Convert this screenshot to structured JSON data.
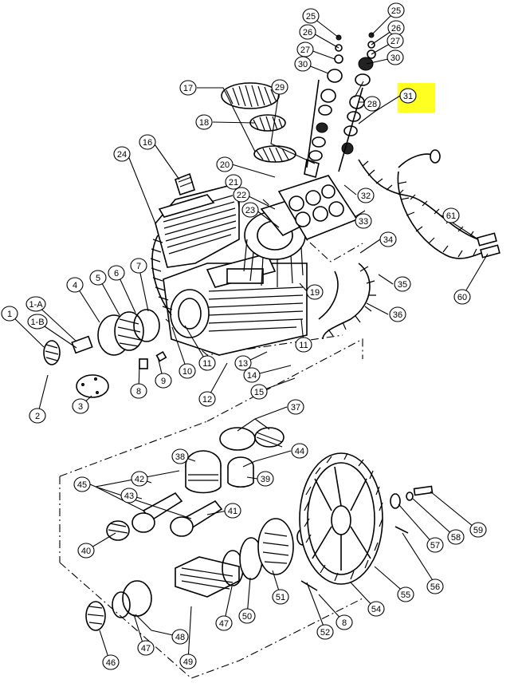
{
  "highlight_color": "#ffff22",
  "callouts": [
    {
      "id": "c25a",
      "label": "25"
    },
    {
      "id": "c26a",
      "label": "26"
    },
    {
      "id": "c27a",
      "label": "27"
    },
    {
      "id": "c30a",
      "label": "30"
    },
    {
      "id": "c25b",
      "label": "25"
    },
    {
      "id": "c26b",
      "label": "26"
    },
    {
      "id": "c27b",
      "label": "27"
    },
    {
      "id": "c30b",
      "label": "30"
    },
    {
      "id": "c31",
      "label": "31"
    },
    {
      "id": "c28",
      "label": "28"
    },
    {
      "id": "c29",
      "label": "29"
    },
    {
      "id": "c17",
      "label": "17"
    },
    {
      "id": "c18",
      "label": "18"
    },
    {
      "id": "c16",
      "label": "16"
    },
    {
      "id": "c24",
      "label": "24"
    },
    {
      "id": "c20",
      "label": "20"
    },
    {
      "id": "c21",
      "label": "21"
    },
    {
      "id": "c22",
      "label": "22"
    },
    {
      "id": "c23",
      "label": "23"
    },
    {
      "id": "c32",
      "label": "32"
    },
    {
      "id": "c33",
      "label": "33"
    },
    {
      "id": "c34",
      "label": "34"
    },
    {
      "id": "c35",
      "label": "35"
    },
    {
      "id": "c36",
      "label": "36"
    },
    {
      "id": "c61",
      "label": "61"
    },
    {
      "id": "c60",
      "label": "60"
    },
    {
      "id": "c19",
      "label": "19"
    },
    {
      "id": "c11a",
      "label": "11"
    },
    {
      "id": "c11b",
      "label": "11"
    },
    {
      "id": "c10",
      "label": "10"
    },
    {
      "id": "c13",
      "label": "13"
    },
    {
      "id": "c14",
      "label": "14"
    },
    {
      "id": "c15",
      "label": "15"
    },
    {
      "id": "c12",
      "label": "12"
    },
    {
      "id": "c7",
      "label": "7"
    },
    {
      "id": "c6",
      "label": "6"
    },
    {
      "id": "c5",
      "label": "5"
    },
    {
      "id": "c4",
      "label": "4"
    },
    {
      "id": "c9",
      "label": "9"
    },
    {
      "id": "c8a",
      "label": "8"
    },
    {
      "id": "c1",
      "label": "1"
    },
    {
      "id": "c1A",
      "label": "1-A"
    },
    {
      "id": "c1B",
      "label": "1-B"
    },
    {
      "id": "c3",
      "label": "3"
    },
    {
      "id": "c2",
      "label": "2"
    },
    {
      "id": "c37",
      "label": "37"
    },
    {
      "id": "c38",
      "label": "38"
    },
    {
      "id": "c44",
      "label": "44"
    },
    {
      "id": "c39",
      "label": "39"
    },
    {
      "id": "c45",
      "label": "45"
    },
    {
      "id": "c42",
      "label": "42"
    },
    {
      "id": "c43",
      "label": "43"
    },
    {
      "id": "c41",
      "label": "41"
    },
    {
      "id": "c40",
      "label": "40"
    },
    {
      "id": "c59",
      "label": "59"
    },
    {
      "id": "c58",
      "label": "58"
    },
    {
      "id": "c57",
      "label": "57"
    },
    {
      "id": "c56",
      "label": "56"
    },
    {
      "id": "c55",
      "label": "55"
    },
    {
      "id": "c54",
      "label": "54"
    },
    {
      "id": "c8b",
      "label": "8"
    },
    {
      "id": "c52",
      "label": "52"
    },
    {
      "id": "c51",
      "label": "51"
    },
    {
      "id": "c50",
      "label": "50"
    },
    {
      "id": "c47a",
      "label": "47"
    },
    {
      "id": "c48",
      "label": "48"
    },
    {
      "id": "c47b",
      "label": "47"
    },
    {
      "id": "c49",
      "label": "49"
    },
    {
      "id": "c46",
      "label": "46"
    }
  ]
}
